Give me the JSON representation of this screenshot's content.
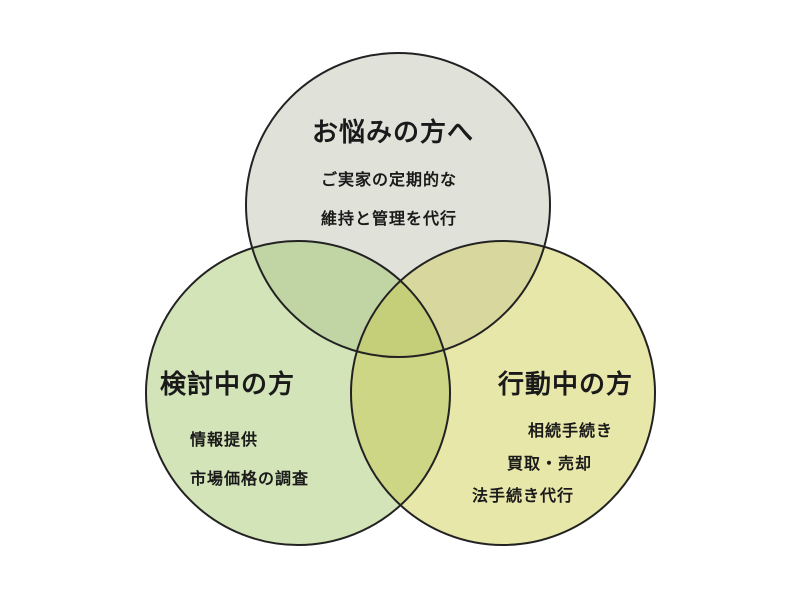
{
  "colors": {
    "top_fill": "#e0e2da",
    "left_fill": "#d3e4b8",
    "right_fill": "#e8e7aa",
    "top_left_overlap": "#c0d4a4",
    "top_right_overlap": "#d8d89e",
    "left_right_overlap": "#cdd684",
    "center_overlap": "#c5cf7a",
    "stroke": "#222222"
  },
  "sets": [
    {
      "id": "top",
      "title": "お悩みの方へ",
      "items": [
        "ご実家の定期的な",
        "維持と管理を代行"
      ]
    },
    {
      "id": "left",
      "title": "検討中の方",
      "items": [
        "情報提供",
        "市場価格の調査"
      ]
    },
    {
      "id": "right",
      "title": "行動中の方",
      "items": [
        "相続手続き",
        "買取・売却",
        "法手続き代行"
      ]
    }
  ]
}
